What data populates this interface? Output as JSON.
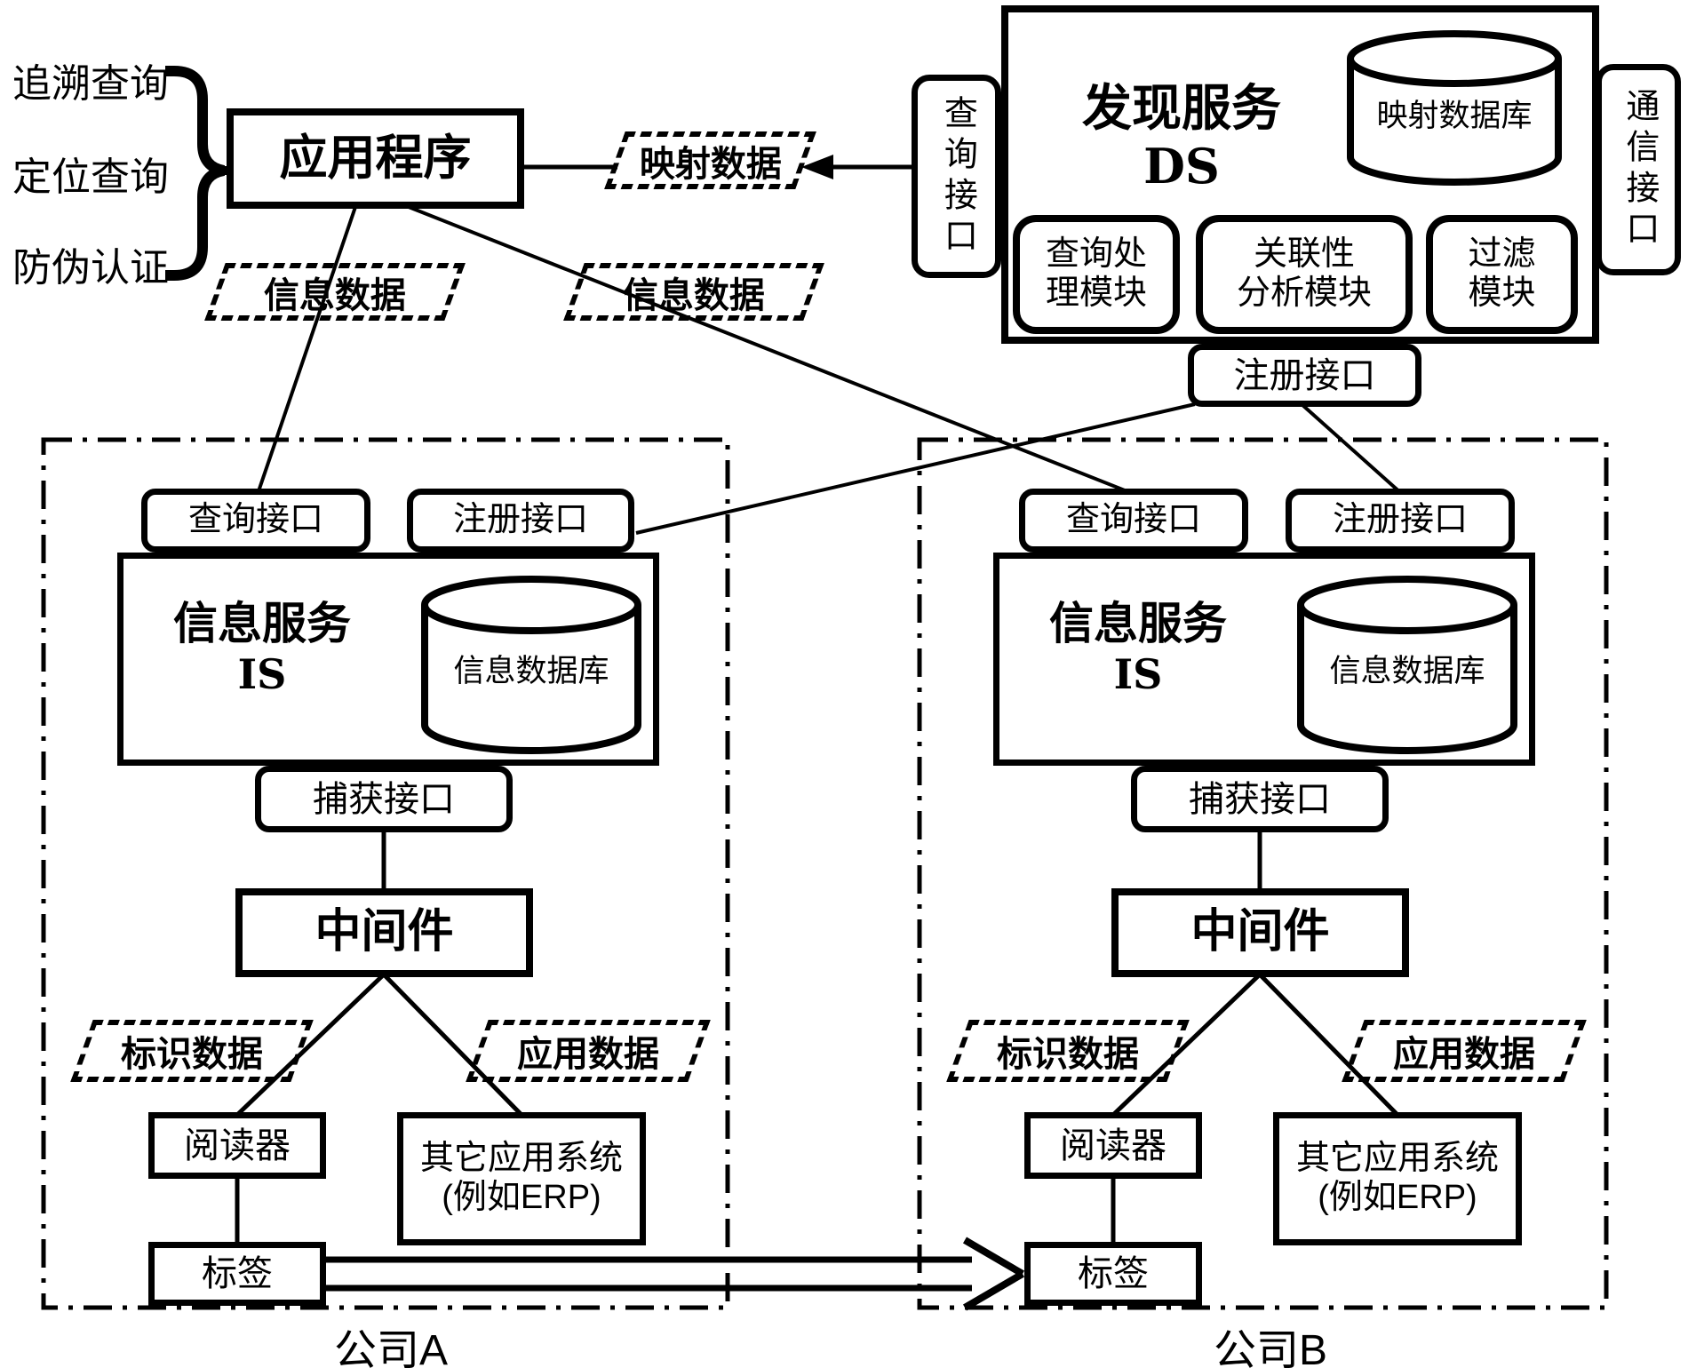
{
  "functions": {
    "item1": "追溯查询",
    "item2": "定位查询",
    "item3": "防伪认证"
  },
  "application": {
    "label": "应用程序"
  },
  "flows": {
    "mapping": "映射数据",
    "info_a": "信息数据",
    "info_b": "信息数据"
  },
  "ds": {
    "title": "发现服务",
    "abbr": "DS",
    "query_interface": "查询接口",
    "comm_interface": "通信接口",
    "register_interface": "注册接口",
    "database": "映射数据库",
    "modules": [
      {
        "line1": "查询处",
        "line2": "理模块"
      },
      {
        "line1": "关联性",
        "line2": "分析模块"
      },
      {
        "line1": "过滤",
        "line2": "模块"
      }
    ]
  },
  "companies": [
    {
      "name": "公司A",
      "query_interface": "查询接口",
      "register_interface": "注册接口",
      "service_title": "信息服务",
      "service_abbr": "IS",
      "database": "信息数据库",
      "capture_interface": "捕获接口",
      "middleware": "中间件",
      "id_data": "标识数据",
      "app_data": "应用数据",
      "reader": "阅读器",
      "other_system": "其它应用系统",
      "other_system_note": "(例如ERP)",
      "tag": "标签"
    },
    {
      "name": "公司B",
      "query_interface": "查询接口",
      "register_interface": "注册接口",
      "service_title": "信息服务",
      "service_abbr": "IS",
      "database": "信息数据库",
      "capture_interface": "捕获接口",
      "middleware": "中间件",
      "id_data": "标识数据",
      "app_data": "应用数据",
      "reader": "阅读器",
      "other_system": "其它应用系统",
      "other_system_note": "(例如ERP)",
      "tag": "标签"
    }
  ],
  "colors": {
    "stroke": "#000000",
    "background": "#ffffff"
  }
}
